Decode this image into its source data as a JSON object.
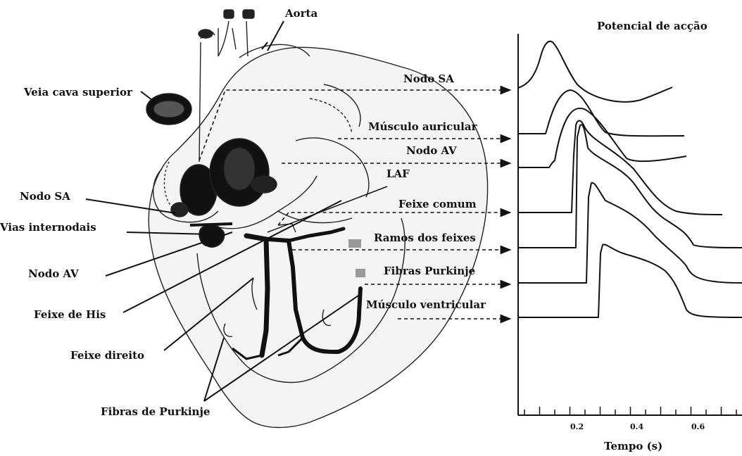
{
  "left_labels": {
    "aorta": "Aorta",
    "veia_cava": "Veia cava superior",
    "nodo_sa": "Nodo SA",
    "vias_internodais": "Vias internodais",
    "nodo_av": "Nodo AV",
    "feixe_his": "Feixe de His",
    "feixe_direito": "Feixe direito",
    "fibras_purkinje": "Fibras de Purkinje",
    "laf": "LAF"
  },
  "right_labels": {
    "nodo_sa": "Nodo SA",
    "musculo_auricular": "Músculo auricular",
    "nodo_av": "Nodo AV",
    "feixe_comum": "Feixe comum",
    "ramos_feixes": "Ramos dos feixes",
    "fibras_purkinje": "Fibras Purkinje",
    "musculo_ventricular": "Músculo ventricular"
  },
  "chart": {
    "title": "Potencial de acção",
    "xlabel": "Tempo (s)",
    "tick_labels": [
      "0.2",
      "0.4",
      "0.6"
    ]
  }
}
